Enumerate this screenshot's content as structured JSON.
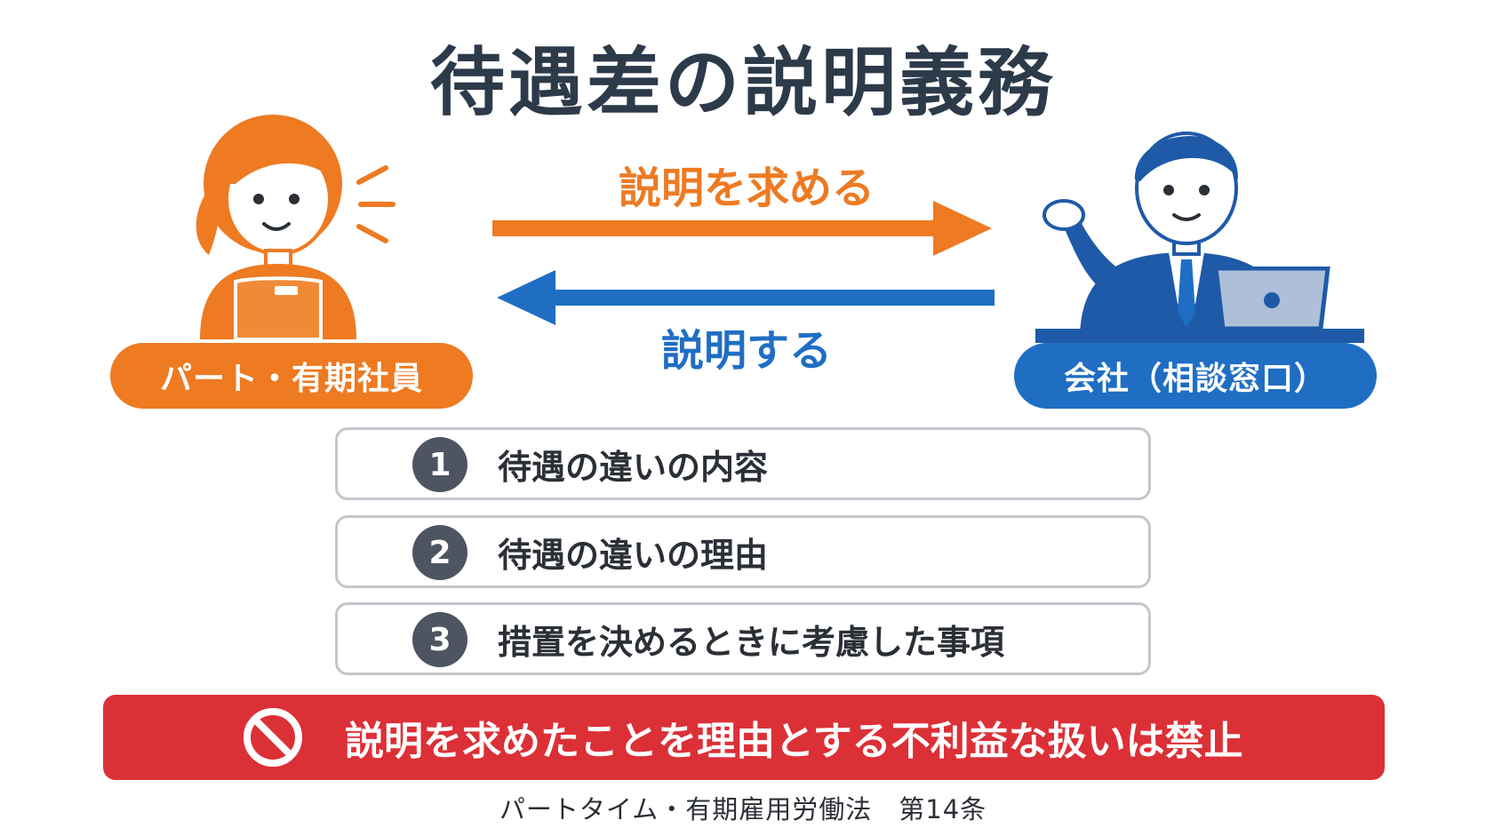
{
  "title": "待遇差の説明義務",
  "arrows": {
    "request_label": "説明を求める",
    "explain_label": "説明する"
  },
  "employee": {
    "label": "パート・有期社員",
    "color": "#ee7a22"
  },
  "company": {
    "label": "会社（相談窓口）",
    "color": "#1f6ec4"
  },
  "items": [
    {
      "number": "1",
      "text": "待遇の違いの内容"
    },
    {
      "number": "2",
      "text": "待遇の違いの理由"
    },
    {
      "number": "3",
      "text": "措置を決めるときに考慮した事項"
    }
  ],
  "prohibition": {
    "text": "説明を求めたことを理由とする不利益な扱いは禁止",
    "color": "#dc3037"
  },
  "footer": "パートタイム・有期雇用労働法　第14条",
  "icons": [
    "employee-woman-icon",
    "company-man-icon",
    "laptop-icon",
    "prohibited-icon"
  ]
}
